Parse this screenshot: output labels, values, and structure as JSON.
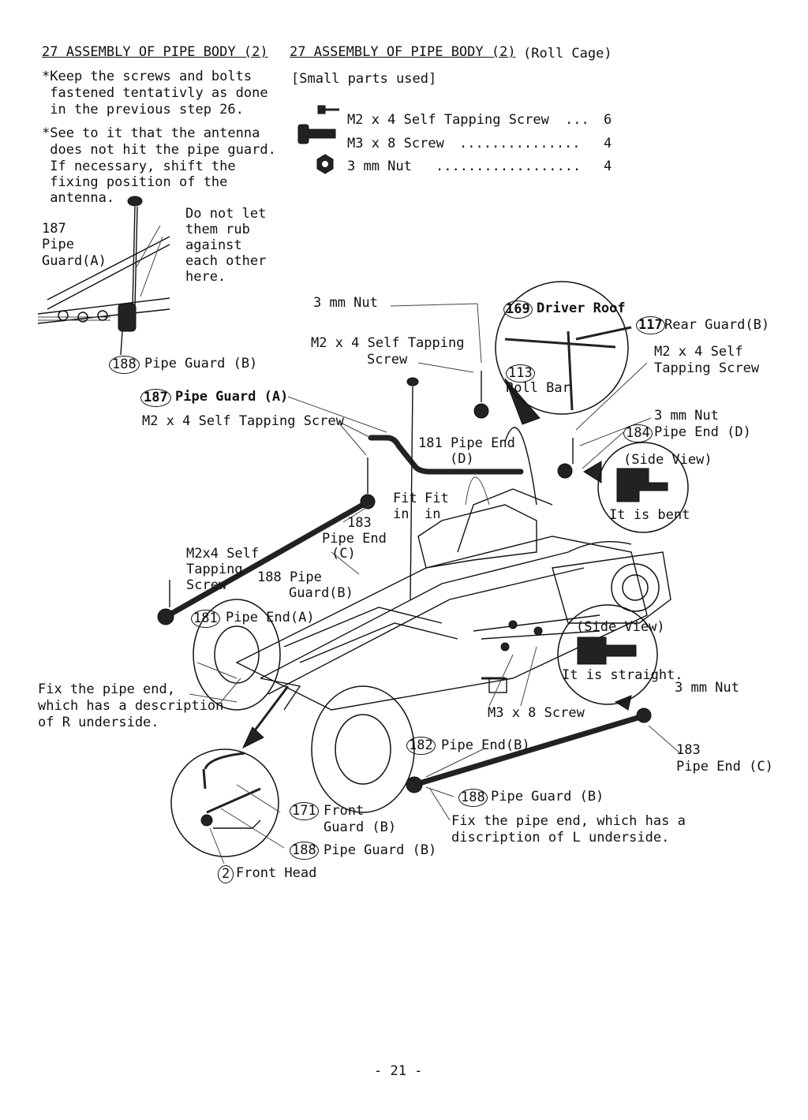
{
  "left_header": {
    "title": "27 ASSEMBLY OF PIPE BODY (2)",
    "note1": [
      "*Keep the screws and bolts",
      " fastened tentativly as done",
      " in the previous step 26."
    ],
    "note2": [
      "*See to it that the antenna",
      " does not hit the pipe guard.",
      " If necessary, shift the",
      " fixing position of the",
      " antenna."
    ]
  },
  "right_header": {
    "title": "27 ASSEMBLY OF PIPE BODY (2)",
    "subtitle": "(Roll Cage)",
    "parts_heading": "[Small parts used]",
    "parts": [
      {
        "icon": "self-tapping-screw-icon",
        "name": "M2 x 4 Self Tapping Screw",
        "dots": "...",
        "qty": "6"
      },
      {
        "icon": "screw-icon",
        "name": "M3 x 8 Screw",
        "dots": "...............",
        "qty": "4"
      },
      {
        "icon": "nut-icon",
        "name": "3 mm Nut",
        "dots": "..................",
        "qty": "4"
      }
    ]
  },
  "inset_labels": {
    "num187": "187",
    "pipe_guard_a": [
      "Pipe",
      "Guard(A)"
    ],
    "do_not_let": [
      "Do not let",
      "them rub",
      "against",
      "each other",
      "here."
    ],
    "num188": "188",
    "pipe_guard_b": "Pipe Guard (B)"
  },
  "labels": {
    "pg_a_num": "187",
    "pg_a": "Pipe Guard (A)",
    "m2_screw_left": "M2 x 4 Self Tapping Screw",
    "nut_top": "3 mm Nut",
    "m2_screw_top": [
      "M2 x 4 Self Tapping",
      "Screw"
    ],
    "driver_roof_num": "169",
    "driver_roof": "Driver Roof",
    "rear_guard_num": "117",
    "rear_guard": "Rear Guard(B)",
    "m2_screw_right": [
      "M2 x 4 Self",
      "Tapping Screw"
    ],
    "roll_bar_num": "113",
    "roll_bar": "Roll Bar",
    "nut_right": "3 mm Nut",
    "pipe_end_d_num": "184",
    "pipe_end_d": "Pipe End (D)",
    "side_view_1": "(Side View)",
    "bent": "It is bent",
    "pipe_end_181d": [
      "181 Pipe End",
      "(D)"
    ],
    "fit_in_1": [
      "Fit",
      "in"
    ],
    "fit_in_2": [
      "Fit",
      "in"
    ],
    "pipe_end_183c": [
      "183",
      "Pipe End",
      "(C)"
    ],
    "m2x4_left": [
      "M2x4 Self",
      "Tapping",
      "Screw"
    ],
    "pipe_guard_188": [
      "188 Pipe",
      "Guard(B)"
    ],
    "pipe_end_a_num": "181",
    "pipe_end_a": "Pipe End(A)",
    "side_view_2": "(Side View)",
    "straight": "It is straight.",
    "nut_right2": "3 mm Nut",
    "fix_r": [
      "Fix the pipe end,",
      "which has a description",
      "of R underside."
    ],
    "m3_screw": "M3 x 8 Screw",
    "pipe_end_b_num": "182",
    "pipe_end_b": "Pipe End(B)",
    "pipe_end_c_num": "183",
    "pipe_end_c": "Pipe End (C)",
    "pg_b_num": "188",
    "pg_b": "Pipe Guard (B)",
    "fix_l": [
      "Fix the pipe end, which has a",
      "discription of L underside."
    ],
    "front_guard_num": "171",
    "front_guard": [
      "Front",
      "Guard (B)"
    ],
    "pg_b2_num": "188",
    "pg_b2": "Pipe Guard (B)",
    "front_head_num": "2",
    "front_head": "Front Head"
  },
  "page_number": "- 21 -"
}
